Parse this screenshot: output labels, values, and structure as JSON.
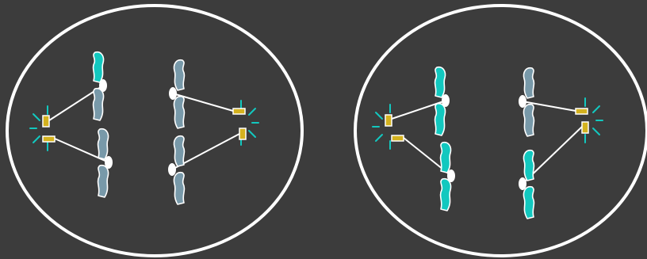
{
  "colors": {
    "background": "#3c3c3c",
    "cell_outline": "#ffffff",
    "chromatid_teal": "#12c8bf",
    "chromatid_gray": "#7899a9",
    "chromatid_outline": "#ffffff",
    "kinetochore": "#ffffff",
    "spindle_fiber": "#ffffff",
    "centriole": "#d4b21f",
    "aster": "#12c8bf"
  },
  "cells": [
    {
      "name": "cell-left",
      "chromosomes": [
        {
          "name": "chromosome-1",
          "top_color": "chromatid_teal",
          "bottom_color": "chromatid_gray"
        },
        {
          "name": "chromosome-2",
          "top_color": "chromatid_gray",
          "bottom_color": "chromatid_gray"
        },
        {
          "name": "chromosome-3",
          "top_color": "chromatid_gray",
          "bottom_color": "chromatid_gray"
        },
        {
          "name": "chromosome-4",
          "top_color": "chromatid_gray",
          "bottom_color": "chromatid_gray"
        }
      ]
    },
    {
      "name": "cell-right",
      "chromosomes": [
        {
          "name": "chromosome-1",
          "top_color": "chromatid_teal",
          "bottom_color": "chromatid_teal"
        },
        {
          "name": "chromosome-2",
          "top_color": "chromatid_teal",
          "bottom_color": "chromatid_teal"
        },
        {
          "name": "chromosome-3",
          "top_color": "chromatid_gray",
          "bottom_color": "chromatid_gray"
        },
        {
          "name": "chromosome-4",
          "top_color": "chromatid_teal",
          "bottom_color": "chromatid_teal"
        }
      ]
    }
  ]
}
